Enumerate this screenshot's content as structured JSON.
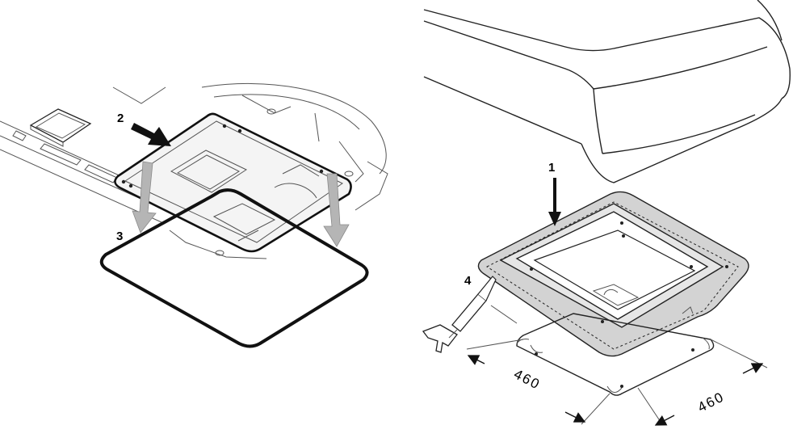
{
  "left_panel": {
    "callouts": {
      "step2": "2",
      "step3": "3"
    },
    "colors": {
      "gray_arrow": "#b5b5b5",
      "seal": "#111111"
    },
    "icons": [
      "black-arrow-icon",
      "gray-arrow-icon",
      "gray-arrow-icon"
    ]
  },
  "right_panel": {
    "callouts": {
      "step1": "1",
      "step4": "4"
    },
    "dimensions": {
      "depth": "460",
      "width": "460"
    },
    "colors": {
      "frame_fill": "#d3d3d3",
      "line": "#222222"
    },
    "icons": [
      "black-arrow-icon",
      "caulk-gun-icon",
      "dimension-arrow-icon"
    ]
  }
}
